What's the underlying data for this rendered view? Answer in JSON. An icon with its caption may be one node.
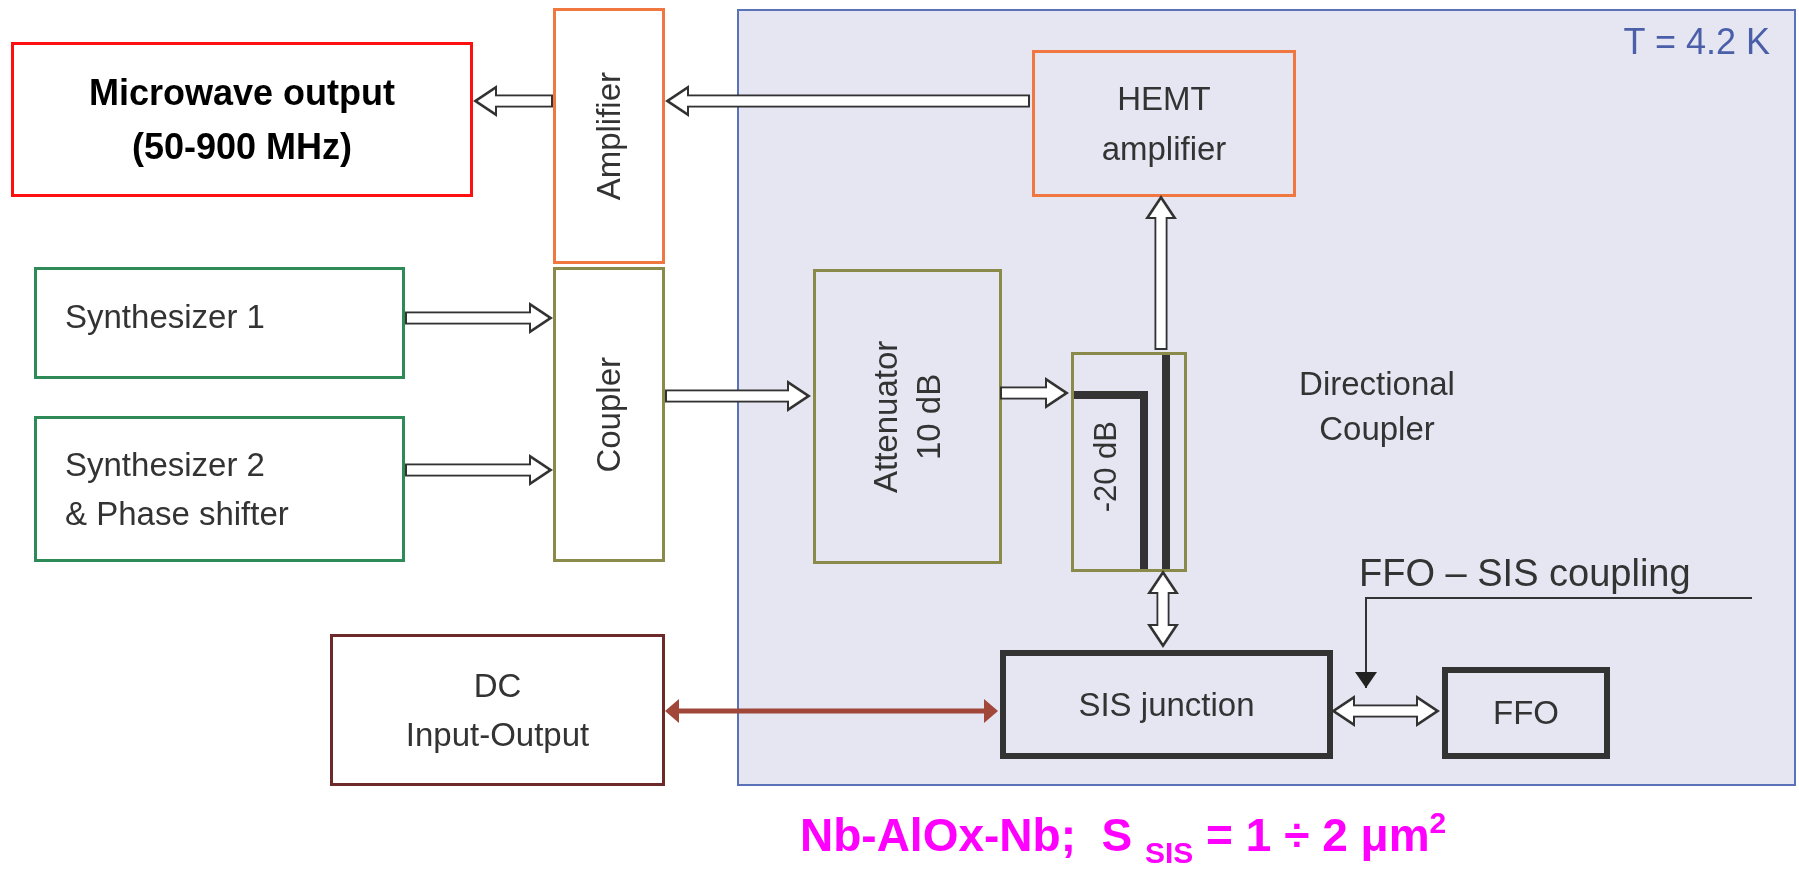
{
  "diagram": {
    "caption": "Nb-AlOx-Nb;  S $_{SIS}$ = 1 ÷ 2 μm$^{2}$",
    "nodes": [
      {
        "text": [
          "T = 4.2 K"
        ]
      },
      {
        "text": [
          "Microwave output (50-900 MHz)"
        ]
      },
      {
        "text": [
          "Amplifier"
        ]
      },
      {
        "text": [
          "HEMT amplifier"
        ],
        "in": 0
      },
      {
        "text": [
          "Synthesizer 1"
        ]
      },
      {
        "text": [
          "Synthesizer 2 & Phase shifter"
        ]
      },
      {
        "text": [
          "Coupler"
        ]
      },
      {
        "text": [
          "Attenuator 10 dB"
        ],
        "in": 0
      },
      {
        "text": [
          "-20 dB"
        ],
        "beside": [
          "Directional Coupler"
        ],
        "in": 0
      },
      {
        "text": [
          "DC Input-Output"
        ]
      },
      {
        "text": [
          "SIS junction"
        ],
        "in": 0
      },
      {
        "text": [
          "FFO"
        ],
        "in": 0
      },
      {
        "text": [
          "FFO – SIS coupling"
        ],
        "in": 0
      }
    ],
    "edges": [
      {
        "from": 3,
        "to": 2,
        "arrow": "to"
      },
      {
        "from": 2,
        "to": 1,
        "arrow": "to"
      },
      {
        "from": 4,
        "to": 6,
        "arrow": "to"
      },
      {
        "from": 5,
        "to": 6,
        "arrow": "to"
      },
      {
        "from": 6,
        "to": 7,
        "arrow": "to"
      },
      {
        "from": 7,
        "to": 8,
        "arrow": "to"
      },
      {
        "from": 8,
        "to": 3,
        "arrow": "to"
      },
      {
        "from": 8,
        "to": 10,
        "arrow": "both"
      },
      {
        "from": 9,
        "to": 10,
        "arrow": "both",
        "color": "#a0473a"
      },
      {
        "from": 10,
        "to": 11,
        "arrow": "both"
      },
      {
        "from": 12,
        "to": 10,
        "arrow": "to",
        "color": "#333333"
      }
    ]
  }
}
